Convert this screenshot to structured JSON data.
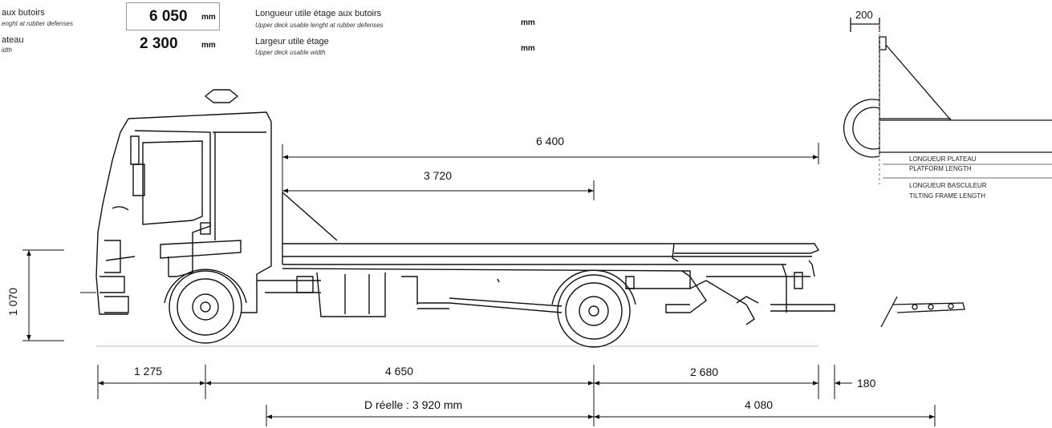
{
  "spec_header": {
    "row1_left_fr": "aux butoirs",
    "row1_left_en": "enght at rubber defenses",
    "row1_value": "6 050",
    "row1_unit": "mm",
    "row1_right_fr": "Longueur utile étage aux butoirs",
    "row1_right_en": "Upper deck usable lenght at rubber defenses",
    "row1_right_unit": "mm",
    "row2_left_fr": "ateau",
    "row2_left_en": "idth",
    "row2_value": "2 300",
    "row2_unit": "mm",
    "row2_right_fr": "Largeur utile étage",
    "row2_right_en": "Upper deck usable width",
    "row2_right_unit": "mm"
  },
  "dimensions": {
    "platform_length": "6 400",
    "tilting_section": "3 720",
    "height": "1 070",
    "front_overhang": "1 275",
    "wheelbase": "4 650",
    "rear_overhang": "2 680",
    "beyond": "180",
    "effective_wheelbase": "D réelle : 3 920 mm",
    "rear_length": "4 080",
    "detail_width": "200"
  },
  "legend": {
    "platform_fr": "LONGUEUR PLATEAU",
    "platform_en": "PLATFORM LENGTH",
    "tilting_fr": "LONGUEUR BASCULEUR",
    "tilting_en": "TILTING FRAME LENGTH"
  }
}
